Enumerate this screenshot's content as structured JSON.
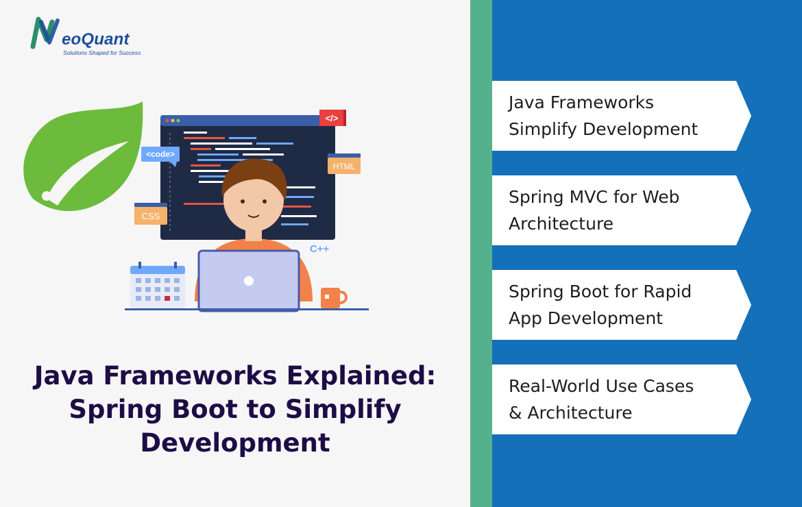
{
  "brand": {
    "name": "NeoQuant",
    "name_rest": "eoQuant",
    "tagline": "Solutions Shaped for Success"
  },
  "illustration": {
    "tags": {
      "code": "<code>",
      "close_tag": "</>",
      "html": "HTML",
      "css": "CSS",
      "cpp": "C++"
    }
  },
  "headline": {
    "lines": [
      "Java Frameworks Explained:",
      "Spring Boot to Simplify",
      "Development"
    ]
  },
  "cards": [
    {
      "lines": [
        "Java Frameworks",
        "Simplify Development"
      ]
    },
    {
      "lines": [
        "Spring MVC for Web",
        "Architecture"
      ]
    },
    {
      "lines": [
        "Spring Boot for Rapid",
        "App Development"
      ]
    },
    {
      "lines": [
        "Real-World Use Cases",
        "& Architecture"
      ]
    }
  ],
  "colors": {
    "right_panel": "#1470b8",
    "green_strip": "#55b08e",
    "headline_text": "#1d0d45",
    "card_bg": "#ffffff",
    "card_text": "#1d1d1d",
    "spring_green": "#6cbb3c",
    "brand_teal": "#2a8f6a",
    "brand_blue": "#1d4e9a",
    "monitor": "#1f2a44",
    "laptop": "#c5cbf0",
    "shirt": "#f2824a",
    "hair": "#7a3f13"
  },
  "icons": {
    "logo": "neoquant-logo-icon",
    "spring": "spring-leaf-icon",
    "calendar": "calendar-icon",
    "mug": "mug-icon"
  }
}
